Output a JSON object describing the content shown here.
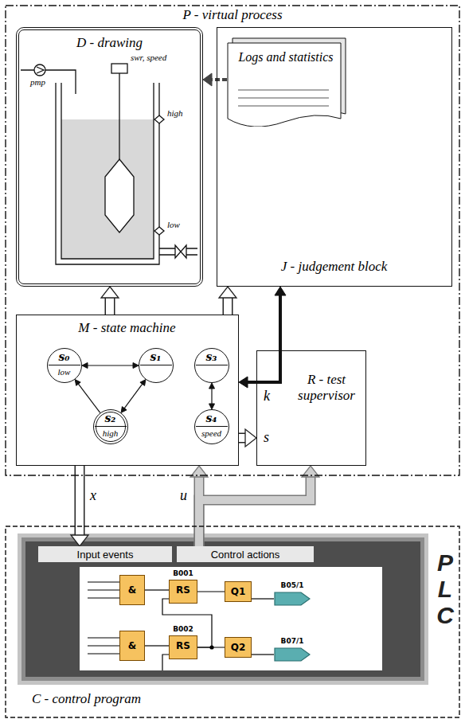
{
  "diagram": {
    "nodes": [
      {
        "text": [
          "P - virtual process"
        ]
      },
      {
        "text": [
          "D - drawing"
        ],
        "in": 0
      },
      {
        "text": [
          "J - judgement block"
        ],
        "in": 0
      },
      {
        "text": [
          "Logs and statistics"
        ],
        "in": 2
      },
      {
        "text": [
          "M - state machine"
        ],
        "in": 0
      },
      {
        "text": [
          "s₀",
          "low"
        ],
        "in": 4
      },
      {
        "text": [
          "s₁"
        ],
        "in": 4
      },
      {
        "text": [
          "s₃"
        ],
        "in": 4
      },
      {
        "text": [
          "s₂",
          "high"
        ],
        "in": 4
      },
      {
        "text": [
          "s₄",
          "speed"
        ],
        "in": 4
      },
      {
        "text": [
          "R - test supervisor",
          "k",
          "s"
        ],
        "in": 0
      },
      {
        "text": [
          "P L C",
          "C - control program"
        ]
      },
      {
        "text": [
          "Input events"
        ],
        "in": 11
      },
      {
        "text": [
          "Control actions"
        ],
        "in": 11
      },
      {
        "text": [
          "&"
        ],
        "in": 11
      },
      {
        "text": [
          "B001",
          "RS"
        ],
        "in": 11
      },
      {
        "text": [
          "Q1"
        ],
        "in": 11
      },
      {
        "text": [
          "B05/1"
        ],
        "in": 11
      },
      {
        "text": [
          "&"
        ],
        "in": 11
      },
      {
        "text": [
          "B002",
          "RS"
        ],
        "in": 11
      },
      {
        "text": [
          "Q2"
        ],
        "in": 11
      },
      {
        "text": [
          "B07/1"
        ],
        "in": 11
      }
    ],
    "edges": [
      {
        "from": 4,
        "to": 1,
        "arrow": "to"
      },
      {
        "from": 4,
        "to": 2,
        "arrow": "to"
      },
      {
        "from": 3,
        "to": 1,
        "arrow": "to"
      },
      {
        "from": 10,
        "to": 4,
        "arrow": "to"
      },
      {
        "from": 10,
        "to": 2,
        "arrow": "to"
      },
      {
        "from": 4,
        "to": 10,
        "arrow": "to"
      },
      {
        "from": 4,
        "to": 12,
        "arrow": "to",
        "label": "x"
      },
      {
        "from": 13,
        "to": 4,
        "arrow": "to",
        "label": "u"
      },
      {
        "from": 13,
        "to": 10,
        "arrow": "to"
      },
      {
        "from": 5,
        "to": 6,
        "arrow": "both"
      },
      {
        "from": 8,
        "to": 5,
        "arrow": "to"
      },
      {
        "from": 6,
        "to": 8,
        "arrow": "both"
      },
      {
        "from": 7,
        "to": 9,
        "arrow": "both"
      },
      {
        "from": 14,
        "to": 15,
        "arrow": "none"
      },
      {
        "from": 15,
        "to": 16,
        "arrow": "none"
      },
      {
        "from": 16,
        "to": 17,
        "arrow": "none"
      },
      {
        "from": 18,
        "to": 19,
        "arrow": "none"
      },
      {
        "from": 19,
        "to": 20,
        "arrow": "none"
      },
      {
        "from": 20,
        "to": 21,
        "arrow": "none"
      },
      {
        "from": 19,
        "to": 15,
        "arrow": "none"
      }
    ],
    "labels": [
      "pmp",
      "swr, speed",
      "high",
      "low"
    ]
  }
}
